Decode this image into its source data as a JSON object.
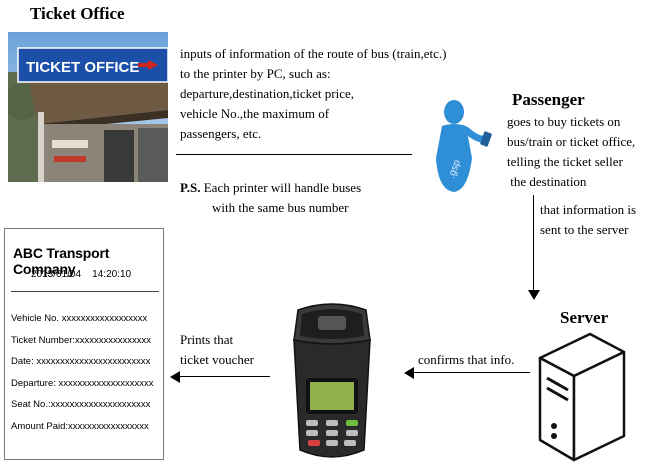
{
  "ticket_office": {
    "heading": "Ticket Office",
    "sign_text": "TICKET OFFICE"
  },
  "inputs_text": [
    "inputs of information of the route of bus (train,etc.)",
    "to the printer by PC, such as:",
    "departure,destination,ticket price,",
    "vehicle No.,the maximum of",
    "passengers, etc."
  ],
  "ps_label": "P.S.",
  "ps_text": [
    "Each printer will handle buses",
    "with  the same bus number"
  ],
  "passenger": {
    "heading": "Passenger",
    "lines": [
      "goes to buy tickets on",
      "bus/train or ticket office,",
      "telling the ticket seller",
      " the destination"
    ],
    "figure_mark": ".gsp",
    "arrow_note": [
      "that information is",
      "sent to the server"
    ]
  },
  "server": {
    "heading": "Server",
    "confirm_text": "confirms that info."
  },
  "printer_note": [
    "Prints that",
    "ticket voucher"
  ],
  "receipt": {
    "company": "ABC Transport Company",
    "datetime": "2013/01/04    14:20:10",
    "lines": [
      "Vehicle No. xxxxxxxxxxxxxxxxxx",
      "Ticket Number:xxxxxxxxxxxxxxxx",
      "Date: xxxxxxxxxxxxxxxxxxxxxxxx",
      "Departure: xxxxxxxxxxxxxxxxxxxx",
      "Seat No.:xxxxxxxxxxxxxxxxxxxxx",
      "Amount Paid:xxxxxxxxxxxxxxxxx"
    ]
  },
  "colors": {
    "sign_blue": "#1b4fa8",
    "sign_red_arrow": "#d2231b",
    "passenger_blue": "#2f8fd6",
    "printer_body": "#2a2a2a",
    "printer_screen": "#8fb04a"
  }
}
